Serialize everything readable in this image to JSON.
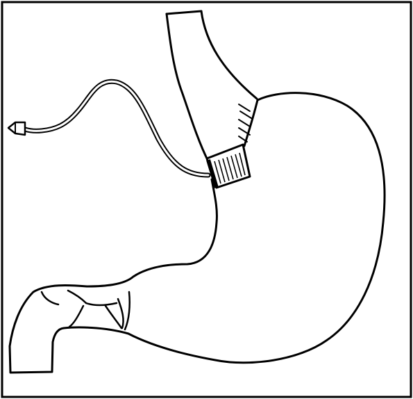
{
  "figure": {
    "colors": {
      "line": "#000000",
      "background": "#ffffff"
    },
    "parts": {
      "esophagus": "esophagus",
      "stomach": "stomach",
      "duodenum": "duodenum",
      "gastric_band": "adjustable-gastric-band",
      "tubing": "band-connection-tubing",
      "access_port": "access-port",
      "sutures": "staple-line"
    }
  }
}
